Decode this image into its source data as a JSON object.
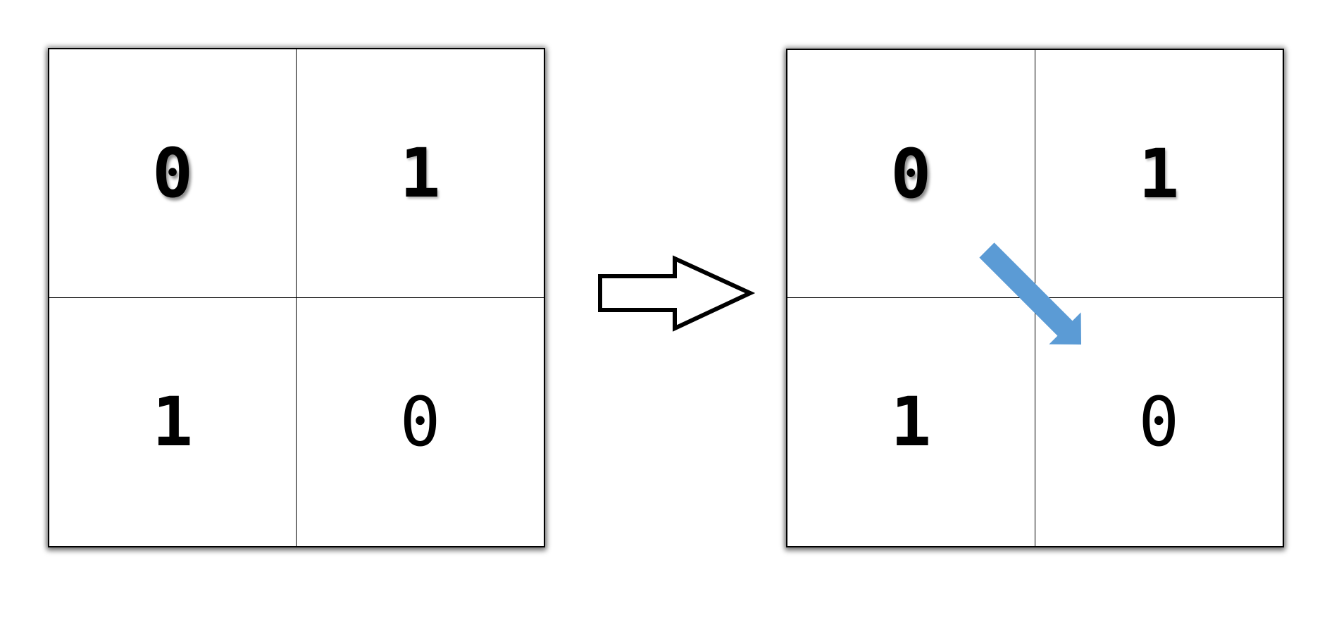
{
  "diagram": {
    "description": "2x2 binary grid transformation: identical grids before and after, with a blue diagonal arrow marking a move from the top-left 0 cell to the bottom-right 0 cell",
    "grids": {
      "left": {
        "cells": [
          "0",
          "1",
          "1",
          "0"
        ]
      },
      "right": {
        "cells": [
          "0",
          "1",
          "1",
          "0"
        ]
      }
    },
    "transition_arrow": {
      "shape": "block-arrow",
      "direction": "right"
    },
    "swap_arrow": {
      "shape": "solid-arrow",
      "direction": "down-right",
      "from_cell": "top-left",
      "to_cell": "bottom-right"
    }
  },
  "colors": {
    "background": "#ffffff",
    "grid_line": "#000000",
    "digit": "#000000",
    "block_arrow_fill": "#ffffff",
    "block_arrow_outline": "#000000",
    "swap_arrow_blue": "#5b9bd5"
  }
}
